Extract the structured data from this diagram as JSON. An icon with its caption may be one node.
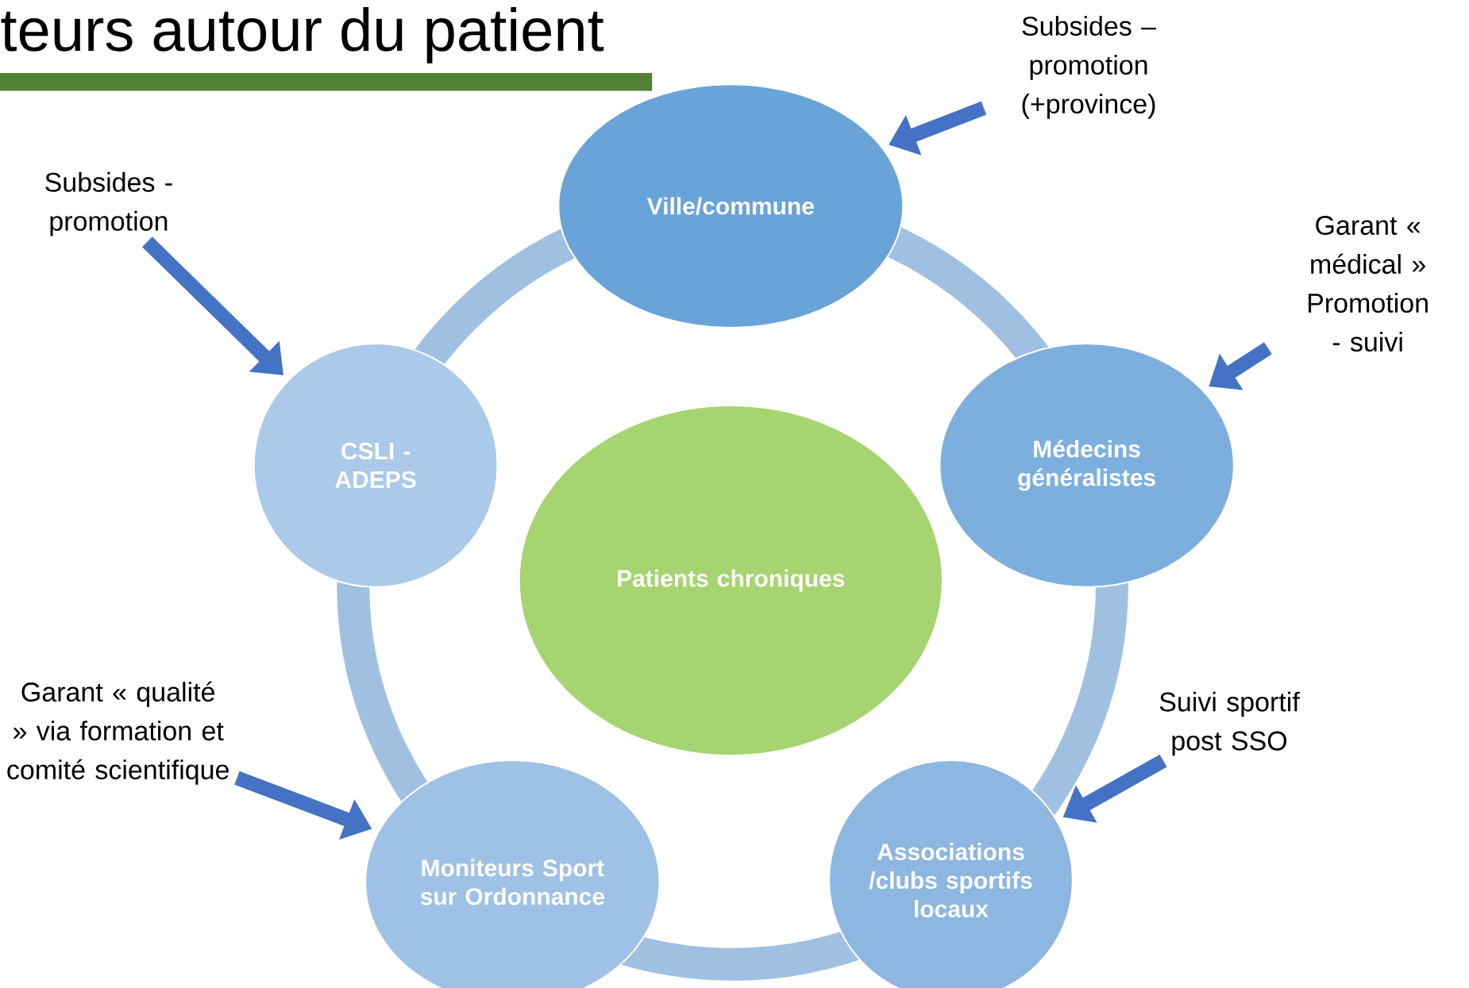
{
  "diagram": {
    "title": "teurs autour du patient",
    "nodes": [
      {
        "text": [
          "Ville/commune"
        ]
      },
      {
        "text": [
          "CSLI - ADEPS"
        ]
      },
      {
        "text": [
          "Patients chroniques"
        ]
      },
      {
        "text": [
          "Médecins généralistes"
        ]
      },
      {
        "text": [
          "Moniteurs Sport sur Ordonnance"
        ]
      },
      {
        "text": [
          "Associations /clubs sportifs locaux"
        ]
      },
      {
        "text": [
          "Subsides – promotion (+province)"
        ]
      },
      {
        "text": [
          "Subsides - promotion"
        ]
      },
      {
        "text": [
          "Garant « médical » Promotion - suivi"
        ]
      },
      {
        "text": [
          "Suivi sportif post SSO"
        ]
      },
      {
        "text": [
          "Garant « qualité » via formation et comité scientifique"
        ]
      }
    ],
    "edges": [
      {
        "from": 6,
        "to": 0,
        "arrow": "to"
      },
      {
        "from": 7,
        "to": 1,
        "arrow": "to"
      },
      {
        "from": 8,
        "to": 3,
        "arrow": "to"
      },
      {
        "from": 9,
        "to": 5,
        "arrow": "to"
      },
      {
        "from": 10,
        "to": 4,
        "arrow": "to"
      }
    ]
  }
}
